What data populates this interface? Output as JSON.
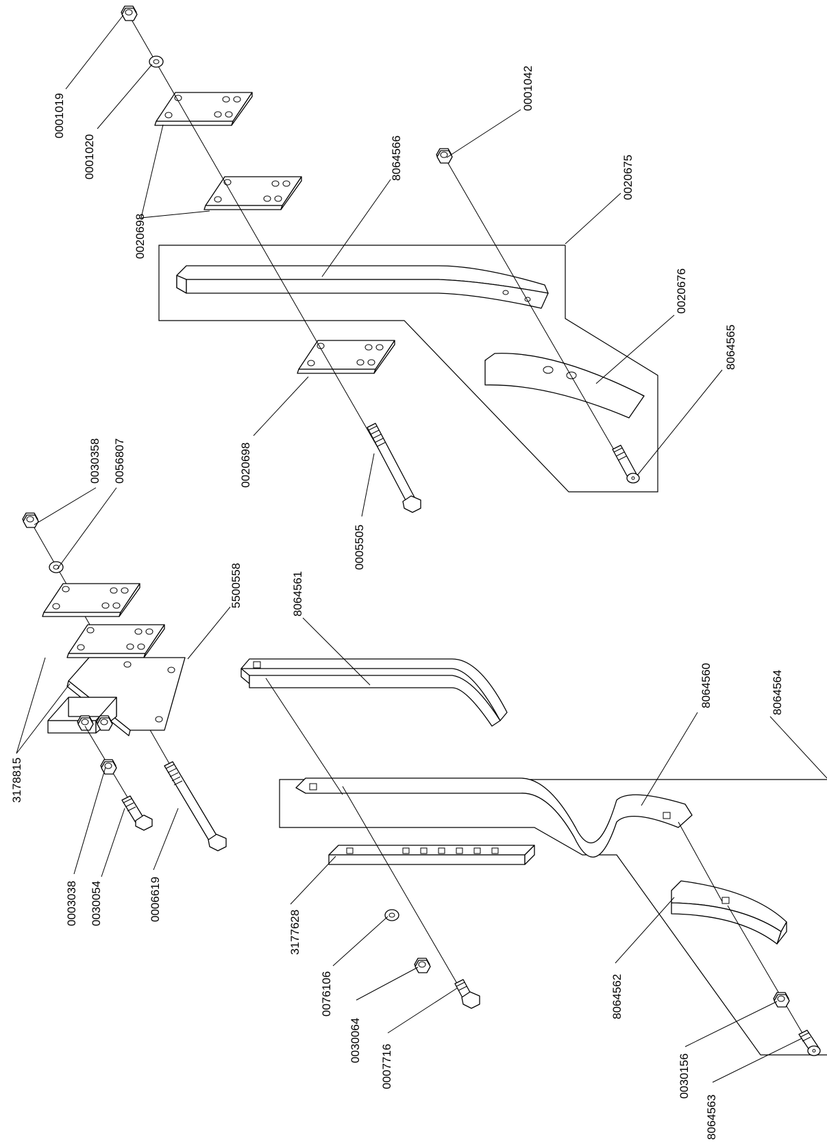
{
  "labels": {
    "p0001019": "0001019",
    "p0001020": "0001020",
    "p0020698_a": "0020698",
    "p0001042": "0001042",
    "p8064566": "8064566",
    "p0020675": "0020675",
    "p0020676": "0020676",
    "p8064565": "8064565",
    "p0020698_b": "0020698",
    "p0005505": "0005505",
    "p0030358": "0030358",
    "p0056807": "0056807",
    "p5500558": "5500558",
    "p8064561": "8064561",
    "p3178815": "3178815",
    "p0003038": "0003038",
    "p0030054": "0030054",
    "p0006619": "0006619",
    "p8064560": "8064560",
    "p8064564": "8064564",
    "p3177628": "3177628",
    "p0076106": "0076106",
    "p0030064": "0030064",
    "p0007716": "0007716",
    "p8064562": "8064562",
    "p0030156": "0030156",
    "p8064563": "8064563"
  }
}
